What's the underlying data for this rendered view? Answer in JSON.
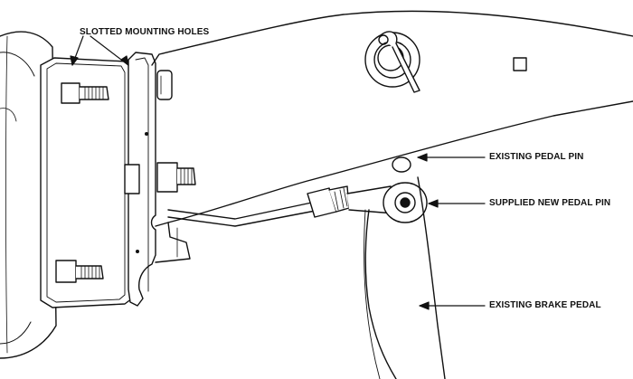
{
  "diagram": {
    "labels": {
      "slotted_mounting_holes": "SLOTTED MOUNTING HOLES",
      "existing_pedal_pin": "EXISTING PEDAL PIN",
      "supplied_new_pedal_pin": "SUPPLIED NEW PEDAL PIN",
      "existing_brake_pedal": "EXISTING BRAKE PEDAL"
    },
    "colors": {
      "ink": "#111111",
      "background": "#ffffff"
    }
  }
}
